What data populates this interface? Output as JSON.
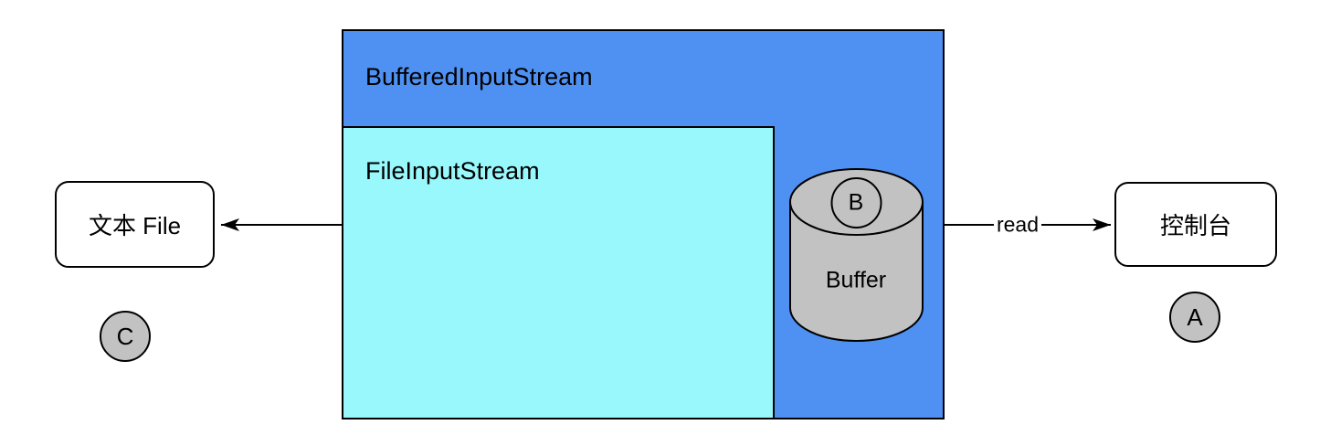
{
  "diagram": {
    "outer_box": {
      "label": "BufferedInputStream",
      "fill": "#4f91f3"
    },
    "inner_box": {
      "label": "FileInputStream",
      "fill": "#99f8fc"
    },
    "buffer": {
      "label": "Buffer",
      "badge": "B",
      "fill": "#c2c2c2"
    },
    "left_node": {
      "label": "文本 File",
      "badge": "C",
      "fill": "#ffffff"
    },
    "right_node": {
      "label": "控制台",
      "badge": "A",
      "fill": "#ffffff"
    },
    "arrows": {
      "read_label": "read"
    },
    "stroke_color": "#000000"
  }
}
